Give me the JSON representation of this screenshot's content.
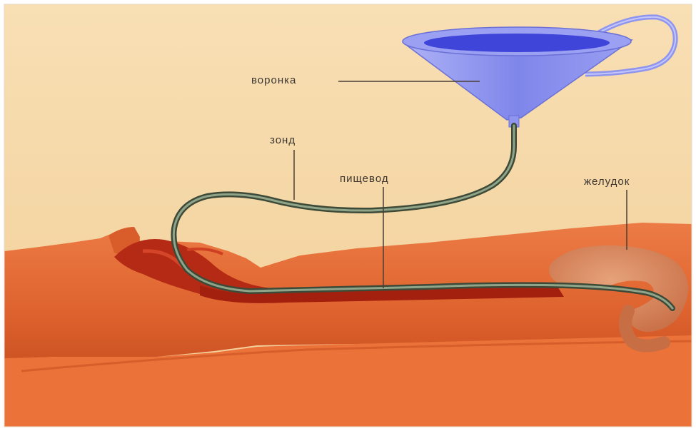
{
  "labels": {
    "funnel": "воронка",
    "tube": "зонд",
    "esophagus": "пищевод",
    "stomach": "желудок"
  },
  "colors": {
    "background": "#f6d9a9",
    "body": "#e06530",
    "body_shadow": "#c0481f",
    "esophagus": "#a3200f",
    "stomach": "#d98a5b",
    "funnel": "#8f95ee",
    "water": "#3e45d8",
    "tube": "#5f6f55"
  }
}
